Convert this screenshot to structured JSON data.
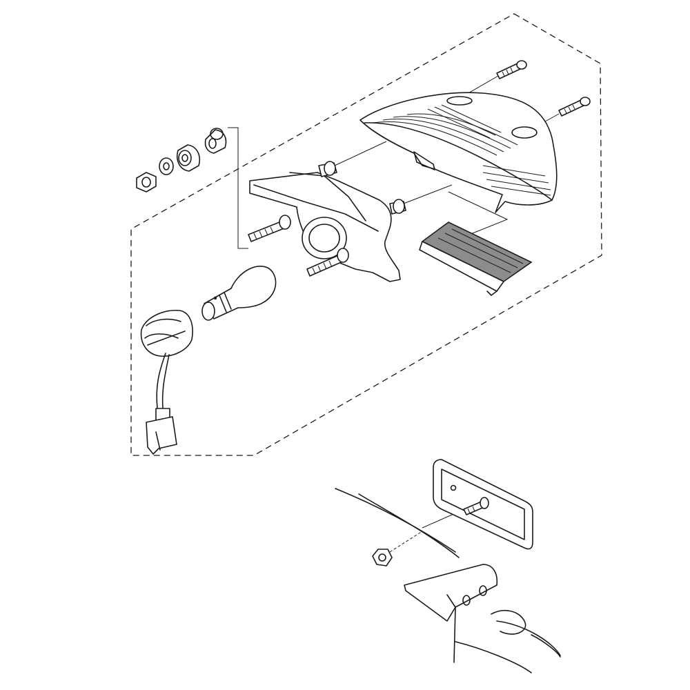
{
  "diagram": {
    "type": "exploded-parts-diagram",
    "text_labels": [],
    "colors": {
      "line": "#1a1a1a",
      "background": "#ffffff",
      "shaded_part": "#8c8c8c"
    },
    "parts": [
      {
        "id": "screw-top"
      },
      {
        "id": "screw-right"
      },
      {
        "id": "tail-lens"
      },
      {
        "id": "lamp-housing"
      },
      {
        "id": "license-lens"
      },
      {
        "id": "nut"
      },
      {
        "id": "washer"
      },
      {
        "id": "rubber-grommet"
      },
      {
        "id": "collar"
      },
      {
        "id": "stud-bolt"
      },
      {
        "id": "bulb"
      },
      {
        "id": "bulb-socket"
      },
      {
        "id": "connector"
      },
      {
        "id": "reflector-plate"
      },
      {
        "id": "reflector-bolt"
      },
      {
        "id": "reflector-nut"
      },
      {
        "id": "fender-bracket"
      }
    ]
  }
}
